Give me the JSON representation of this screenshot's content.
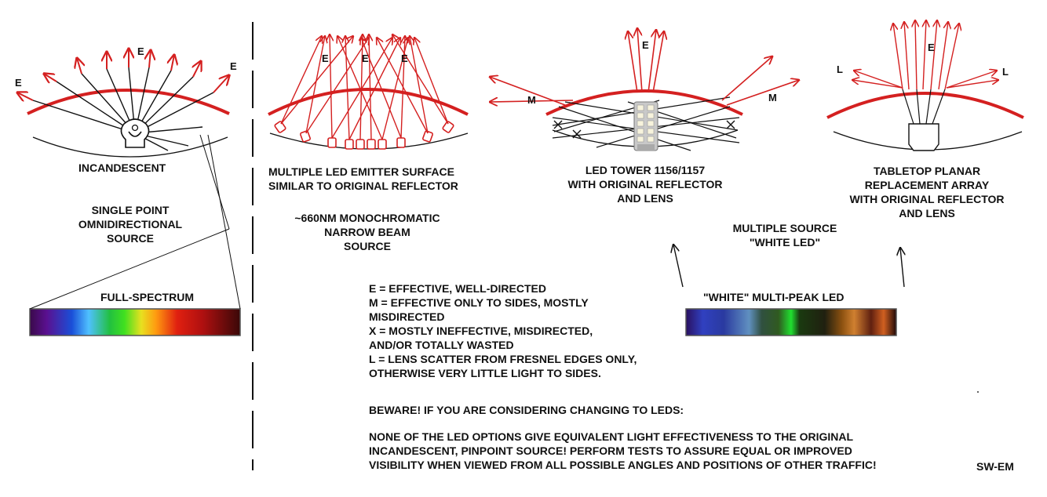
{
  "letters": {
    "effective": "E",
    "sides": "M",
    "lens": "L"
  },
  "incandescent": {
    "title": "INCANDESCENT",
    "description": [
      "SINGLE POINT",
      "OMNIDIRECTIONAL",
      "SOURCE"
    ],
    "spectrum_label": "FULL-SPECTRUM"
  },
  "multi_emitter": {
    "title": [
      "MULTIPLE LED EMITTER SURFACE",
      "SIMILAR TO ORIGINAL REFLECTOR"
    ],
    "description": [
      "~660NM  MONOCHROMATIC",
      "NARROW BEAM",
      "SOURCE"
    ]
  },
  "led_tower": {
    "title": [
      "LED TOWER 1156/1157",
      "WITH ORIGINAL  REFLECTOR",
      "AND LENS"
    ]
  },
  "tabletop": {
    "title": [
      "TABLETOP PLANAR",
      "REPLACEMENT ARRAY",
      "WITH ORIGINAL  REFLECTOR",
      "AND LENS"
    ]
  },
  "multiple_source": {
    "label": [
      "MULTIPLE SOURCE",
      "\"WHITE LED\""
    ],
    "spectrum_label": "\"WHITE\" MULTI-PEAK LED"
  },
  "legend": [
    "E = EFFECTIVE, WELL-DIRECTED",
    "M = EFFECTIVE ONLY TO SIDES, MOSTLY",
    "MISDIRECTED",
    "X = MOSTLY INEFFECTIVE, MISDIRECTED,",
    "AND/OR TOTALLY WASTED",
    "L = LENS SCATTER FROM FRESNEL EDGES ONLY,",
    "OTHERWISE VERY LITTLE LIGHT TO SIDES."
  ],
  "warning": {
    "heading": "BEWARE!  IF YOU ARE CONSIDERING CHANGING TO LEDS:",
    "lines": [
      "NONE OF THE LED OPTIONS GIVE EQUIVALENT LIGHT EFFECTIVENESS TO THE ORIGINAL",
      "INCANDESCENT, PINPOINT SOURCE!  PERFORM TESTS TO ASSURE EQUAL OR IMPROVED",
      "VISIBILITY WHEN VIEWED FROM ALL POSSIBLE ANGLES AND POSITIONS OF OTHER TRAFFIC!"
    ]
  },
  "signature": "SW-EM",
  "colors": {
    "beam": "#d42020",
    "line": "#111111"
  }
}
